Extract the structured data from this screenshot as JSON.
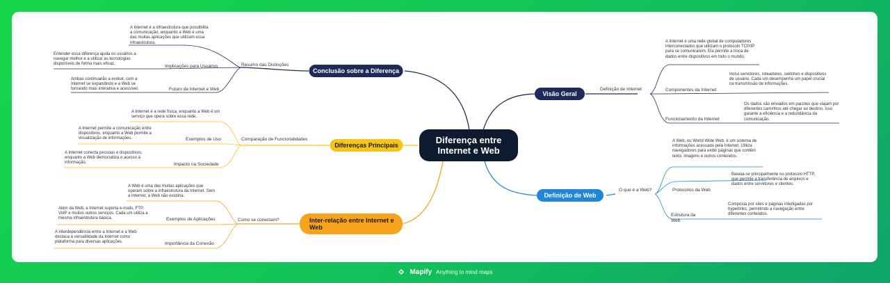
{
  "central": "Diferença entre Internet e Web",
  "branches": {
    "conclusao": {
      "title": "Conclusão sobre a Diferença",
      "sub": "Resumo das Distinções",
      "items": [
        {
          "label": "",
          "text": "A Internet é a infraestrutura que possibilita a comunicação, enquanto a Web é uma das muitas aplicações que utilizam essa infraestrutura."
        },
        {
          "label": "Implicações para Usuários",
          "text": "Entender essa diferença ajuda os usuários a navegar melhor e a utilizar as tecnologias disponíveis de forma mais eficaz."
        },
        {
          "label": "Futuro da Internet e Web",
          "text": "Ambas continuarão a evoluir, com a Internet se expandindo e a Web se tornando mais interativa e acessível."
        }
      ]
    },
    "diferencas": {
      "title": "Diferenças Principais",
      "sub": "Comparação de Funcionalidades",
      "items": [
        {
          "label": "",
          "text": "A Internet é a rede física, enquanto a Web é um serviço que opera sobre essa rede."
        },
        {
          "label": "Exemplos de Uso",
          "text": "A Internet permite a comunicação entre dispositivos, enquanto a Web permite a visualização de informações."
        },
        {
          "label": "Impacto na Sociedade",
          "text": "A Internet conecta pessoas e dispositivos, enquanto a Web democratiza o acesso à informação."
        }
      ]
    },
    "interrelacao": {
      "title": "Inter-relação entre Internet e Web",
      "sub": "Como se conectam?",
      "items": [
        {
          "label": "",
          "text": "A Web é uma das muitas aplicações que operam sobre a infraestrutura da Internet. Sem a Internet, a Web não existiria."
        },
        {
          "label": "Exemplos de Aplicações",
          "text": "Além da Web, a Internet suporta e-mails, FTP, VoIP e muitos outros serviços. Cada um utiliza a mesma infraestrutura básica."
        },
        {
          "label": "Importância da Conexão",
          "text": "A interdependência entre a Internet e a Web destaca a versatilidade da Internet como plataforma para diversas aplicações."
        }
      ]
    },
    "visao": {
      "title": "Visão Geral",
      "sub": "Definição de Internet",
      "items": [
        {
          "label": "",
          "text": "A Internet é uma rede global de computadores interconectados que utilizam o protocolo TCP/IP para se comunicarem. Ela permite a troca de dados entre dispositivos em todo o mundo."
        },
        {
          "label": "Componentes da Internet",
          "text": "Inclui servidores, roteadores, switches e dispositivos de usuário. Cada um desempenha um papel crucial na transmissão de informações."
        },
        {
          "label": "Funcionamento da Internet",
          "text": "Os dados são enviados em pacotes que viajam por diferentes caminhos até chegar ao destino, isso garante a eficiência e a redundância da comunicação."
        }
      ]
    },
    "definicao": {
      "title": "Definição de Web",
      "sub": "O que é a Web?",
      "items": [
        {
          "label": "",
          "text": "A Web, ou World Wide Web, é um sistema de informações acessado pela Internet. Utiliza navegadores para exibir páginas que contêm texto, imagens e outros conteúdos."
        },
        {
          "label": "Protocolos da Web",
          "text": "Baseia-se principalmente no protocolo HTTP, que permite a transferência de arquivos e dados entre servidores e clientes."
        },
        {
          "label": "Estrutura da Web",
          "text": "Composta por sites e páginas interligadas por hyperlinks, permitindo a navegação entre diferentes conteúdos."
        }
      ]
    }
  },
  "footer": {
    "brand": "Mapify",
    "tagline": "Anything to mind maps"
  },
  "colors": {
    "navy": "#1e2a5a",
    "yellow": "#f6c518",
    "orange": "#f7a41c",
    "blue": "#1f86d9",
    "central": "#0d1b2e",
    "background": "#15d64a"
  }
}
